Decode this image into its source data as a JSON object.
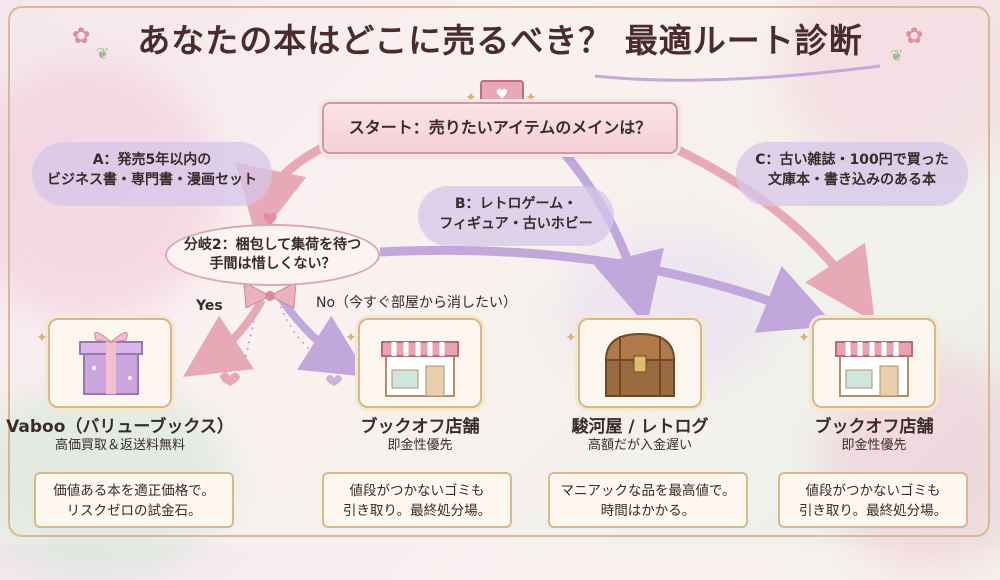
{
  "title": "あなたの本はどこに売るべき？ 最適ルート診断",
  "start": {
    "text": "スタート：売りたいアイテムのメインは？"
  },
  "options": {
    "a": {
      "line1": "A：発売5年以内の",
      "line2": "ビジネス書・専門書・漫画セット"
    },
    "b": {
      "line1": "B：レトロゲーム・",
      "line2": "フィギュア・古いホビー"
    },
    "c": {
      "line1": "C：古い雑誌・100円で買った",
      "line2": "文庫本・書き込みのある本"
    }
  },
  "branch": {
    "line1": "分岐2：梱包して集荷を待つ",
    "line2": "手間は惜しくない？"
  },
  "answers": {
    "yes": "Yes",
    "no": "No（今すぐ部屋から消したい）"
  },
  "destinations": [
    {
      "name": "Vaboo（バリューブックス）",
      "sub": "高価買取＆返送料無料",
      "icon": "gift-box-icon",
      "note1": "価値ある本を適正価格で。",
      "note2": "リスクゼロの試金石。"
    },
    {
      "name": "ブックオフ店舗",
      "sub": "即金性優先",
      "icon": "storefront-icon",
      "note1": "値段がつかないゴミも",
      "note2": "引き取り。最終処分場。"
    },
    {
      "name": "駿河屋 / レトログ",
      "sub": "高額だが入金遅い",
      "icon": "treasure-chest-icon",
      "note1": "マニアックな品を最高値で。",
      "note2": "時間はかかる。"
    },
    {
      "name": "ブックオフ店舗",
      "sub": "即金性優先",
      "icon": "storefront-icon",
      "note1": "値段がつかないゴミも",
      "note2": "引き取り。最終処分場。"
    }
  ],
  "colors": {
    "arrow_pink": "#e7a9b6",
    "arrow_lavender": "#c2a7dc",
    "gold": "#d4b98c",
    "accent": "#c86f86"
  }
}
